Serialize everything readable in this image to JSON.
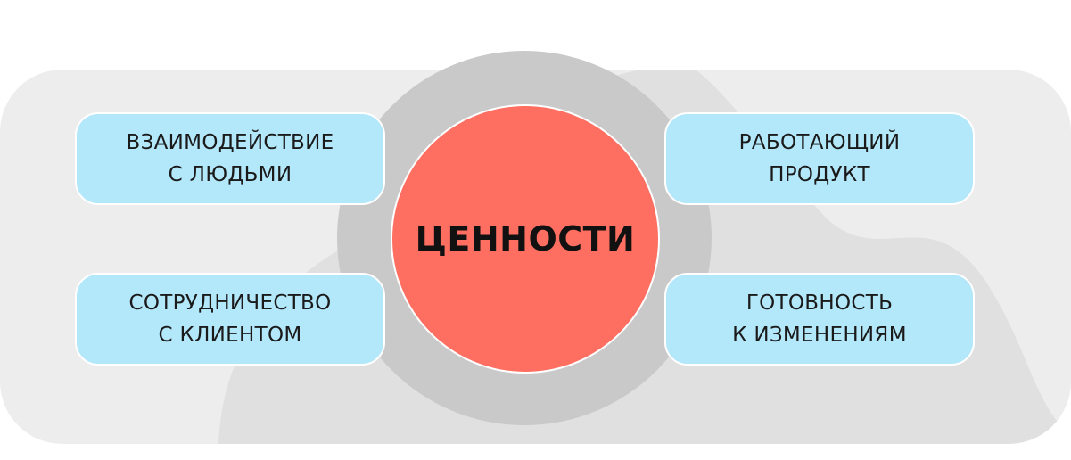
{
  "diagram": {
    "center": {
      "title": "ЦЕННОСТИ"
    },
    "values": [
      {
        "line1": "ВЗАИМОДЕЙСТВИЕ",
        "line2": "С ЛЮДЬМИ"
      },
      {
        "line1": "РАБОТАЮЩИЙ",
        "line2": "ПРОДУКТ"
      },
      {
        "line1": "СОТРУДНИЧЕСТВО",
        "line2": "С КЛИЕНТОМ"
      },
      {
        "line1": "ГОТОВНОСТЬ",
        "line2": "К ИЗМЕНЕНИЯМ"
      }
    ]
  },
  "colors": {
    "background_panel": "#ededed",
    "background_shape": "#e0e0e0",
    "ring": "#c9c9c9",
    "center": "#ff6f61",
    "value_box": "#b3e7fa",
    "text": "#1a1a1a"
  }
}
